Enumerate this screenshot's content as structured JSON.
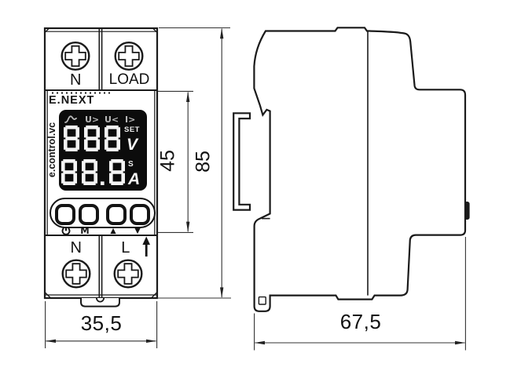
{
  "drawing": {
    "front": {
      "top_terminals": {
        "left": "N",
        "right": "LOAD"
      },
      "brand": "E.NEXT",
      "model": "e.control.vc",
      "display": {
        "icons": {
          "wave": "wave-icon",
          "u_over": "U>",
          "u_under": "U<",
          "i_over": "I>"
        },
        "row1": {
          "value": "888",
          "tag": "SET",
          "unit": "V"
        },
        "row2": {
          "value": "88.8",
          "tag": "S",
          "unit": "A"
        }
      },
      "buttons": {
        "power": "power-icon",
        "mode": "M",
        "up": "▲",
        "down": "▼"
      },
      "bottom_terminals": {
        "left": "N",
        "right": "L"
      }
    },
    "dimensions_mm": {
      "front_width": "35,5",
      "display_height": "45",
      "overall_height": "85",
      "side_depth": "67,5"
    }
  },
  "colors": {
    "line": "#1a1a1a",
    "dim_line": "#333333",
    "display_bg": "#0c0c0c",
    "digit": "#f5f5f5",
    "muted": "#b9b9b9"
  }
}
